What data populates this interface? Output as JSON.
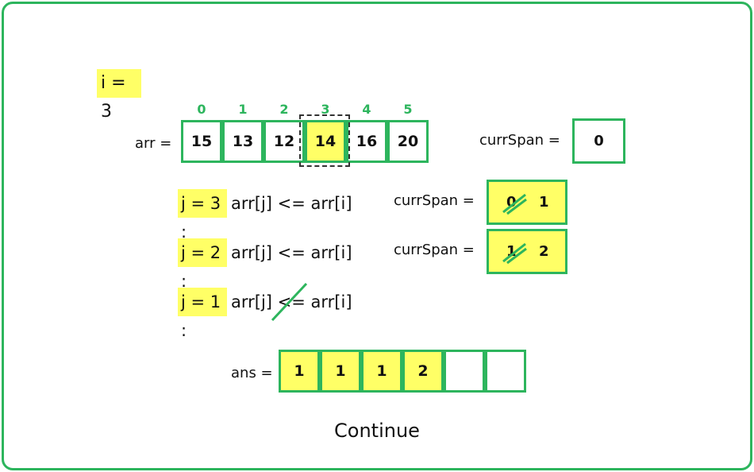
{
  "i_label": "i = 3",
  "arr_label": "arr =",
  "indices": [
    "0",
    "1",
    "2",
    "3",
    "4",
    "5"
  ],
  "arr": [
    "15",
    "13",
    "12",
    "14",
    "16",
    "20"
  ],
  "highlight_index": 3,
  "curr_span_initial": {
    "label": "currSpan =",
    "value": "0"
  },
  "steps": [
    {
      "j_label": "j = 3 :",
      "condition": "arr[j] <= arr[i]",
      "span_label": "currSpan =",
      "old_value": "0",
      "new_value": "1",
      "struck": false
    },
    {
      "j_label": "j = 2 :",
      "condition": "arr[j] <= arr[i]",
      "span_label": "currSpan =",
      "old_value": "1",
      "new_value": "2",
      "struck": false
    },
    {
      "j_label": "j = 1 :",
      "condition": "arr[j] <= arr[i]",
      "struck": true
    }
  ],
  "ans_label": "ans =",
  "ans": [
    "1",
    "1",
    "1",
    "2",
    "",
    ""
  ],
  "continue_label": "Continue",
  "colors": {
    "accent": "#2db55d",
    "highlight": "#ffff66"
  }
}
